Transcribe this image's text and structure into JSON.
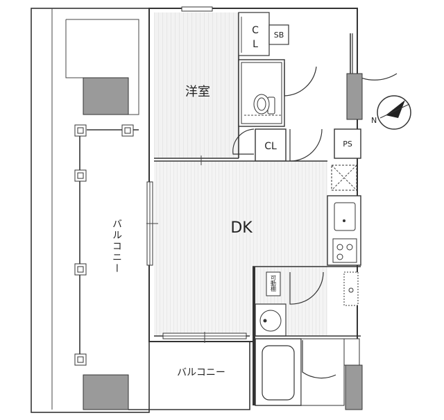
{
  "rooms": {
    "western_room": "洋室",
    "dk": "DK",
    "closet_main": "CL",
    "closet_top_c": "C",
    "closet_top_l": "L",
    "shoe_box": "SB",
    "pipe_space": "PS",
    "balcony_left": "バルコニー",
    "balcony_bottom": "バルコニー",
    "movable_shelf": "可動棚"
  },
  "compass": {
    "north_label": "N"
  }
}
